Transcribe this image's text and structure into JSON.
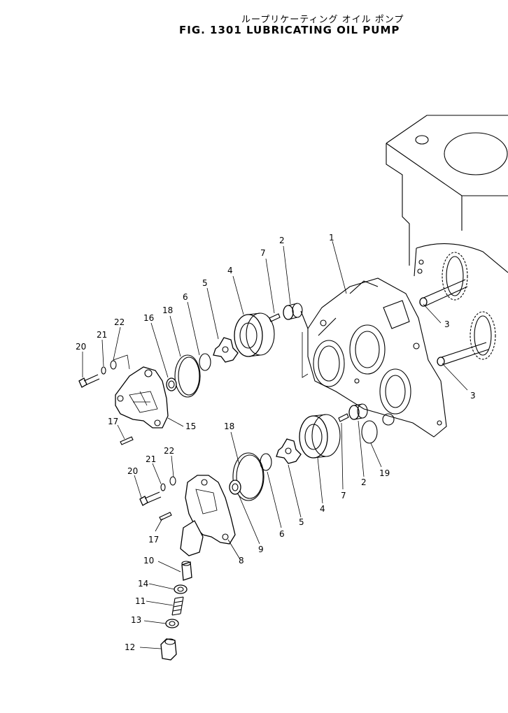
{
  "header": {
    "subtitle": "ループリケーティング オイル ポンプ",
    "title": "FIG. 1301  LUBRICATING OIL PUMP"
  },
  "callouts": [
    {
      "id": "c1a",
      "text": "1"
    },
    {
      "id": "c2a",
      "text": "2"
    },
    {
      "id": "c7a",
      "text": "7"
    },
    {
      "id": "c4a",
      "text": "4"
    },
    {
      "id": "c5a",
      "text": "5"
    },
    {
      "id": "c6a",
      "text": "6"
    },
    {
      "id": "c18a",
      "text": "18"
    },
    {
      "id": "c16",
      "text": "16"
    },
    {
      "id": "c22a",
      "text": "22"
    },
    {
      "id": "c21a",
      "text": "21"
    },
    {
      "id": "c20a",
      "text": "20"
    },
    {
      "id": "c17a",
      "text": "17"
    },
    {
      "id": "c15",
      "text": "15"
    },
    {
      "id": "c3a",
      "text": "3"
    },
    {
      "id": "c3b",
      "text": "3"
    },
    {
      "id": "c18b",
      "text": "18"
    },
    {
      "id": "c22b",
      "text": "22"
    },
    {
      "id": "c21b",
      "text": "21"
    },
    {
      "id": "c20b",
      "text": "20"
    },
    {
      "id": "c17b",
      "text": "17"
    },
    {
      "id": "c9",
      "text": "9"
    },
    {
      "id": "c8",
      "text": "8"
    },
    {
      "id": "c6b",
      "text": "6"
    },
    {
      "id": "c5b",
      "text": "5"
    },
    {
      "id": "c4b",
      "text": "4"
    },
    {
      "id": "c7b",
      "text": "7"
    },
    {
      "id": "c2b",
      "text": "2"
    },
    {
      "id": "c19",
      "text": "19"
    },
    {
      "id": "c10",
      "text": "10"
    },
    {
      "id": "c14",
      "text": "14"
    },
    {
      "id": "c11",
      "text": "11"
    },
    {
      "id": "c13",
      "text": "13"
    },
    {
      "id": "c12",
      "text": "12"
    }
  ]
}
